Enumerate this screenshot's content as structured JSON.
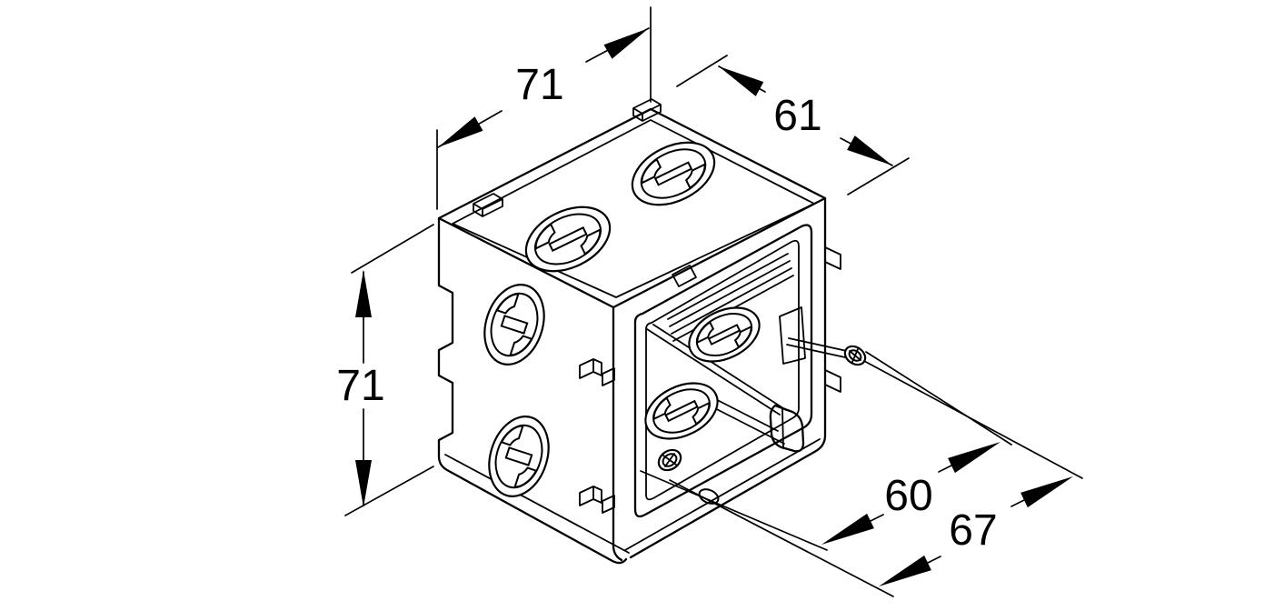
{
  "drawing": {
    "description": "Isometric technical line drawing of a flush-mounting electrical device box (open front) with cable-entry knockouts, device screws and five dimension callouts",
    "background_color": "#ffffff",
    "stroke_color": "#000000",
    "dimensions": {
      "width_top": "71",
      "edge_top_right": "61",
      "height_left": "71",
      "depth_inner": "60",
      "depth_overall": "67"
    }
  }
}
